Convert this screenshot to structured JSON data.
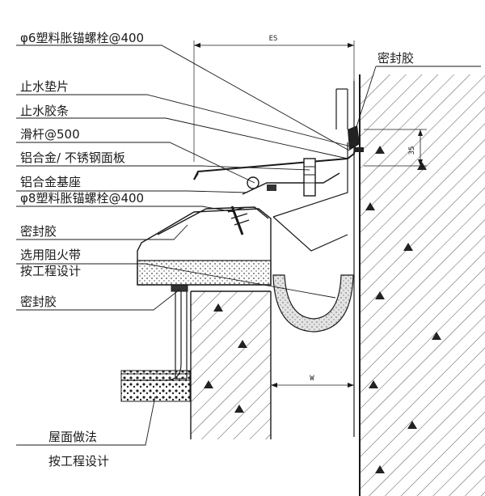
{
  "labels": {
    "anchor_bolt_top": "φ6塑料胀锚螺栓@400",
    "sealant_right": "密封胶",
    "waterstop_pad": "止水垫片",
    "waterstop_strip": "止水胶条",
    "slide_bar": "滑杆@500",
    "cover_plate": "铝合金/ 不锈钢面板",
    "base_seat": "铝合金基座",
    "anchor_bolt_mid": "φ8塑料胀锚螺栓@400",
    "sealant_mid": "密封胶",
    "fire_belt": "选用阻火带",
    "fire_belt_note": "按工程设计",
    "sealant_low": "密封胶",
    "roof_method": "屋面做法",
    "roof_note": "按工程设计"
  },
  "dimensions": {
    "top_width": "ES",
    "right_height": "35",
    "gap_width": "W"
  },
  "colors": {
    "line": "#1a1a1a",
    "hatch": "#333333",
    "fire_belt_fill": "#e4e4e4"
  }
}
